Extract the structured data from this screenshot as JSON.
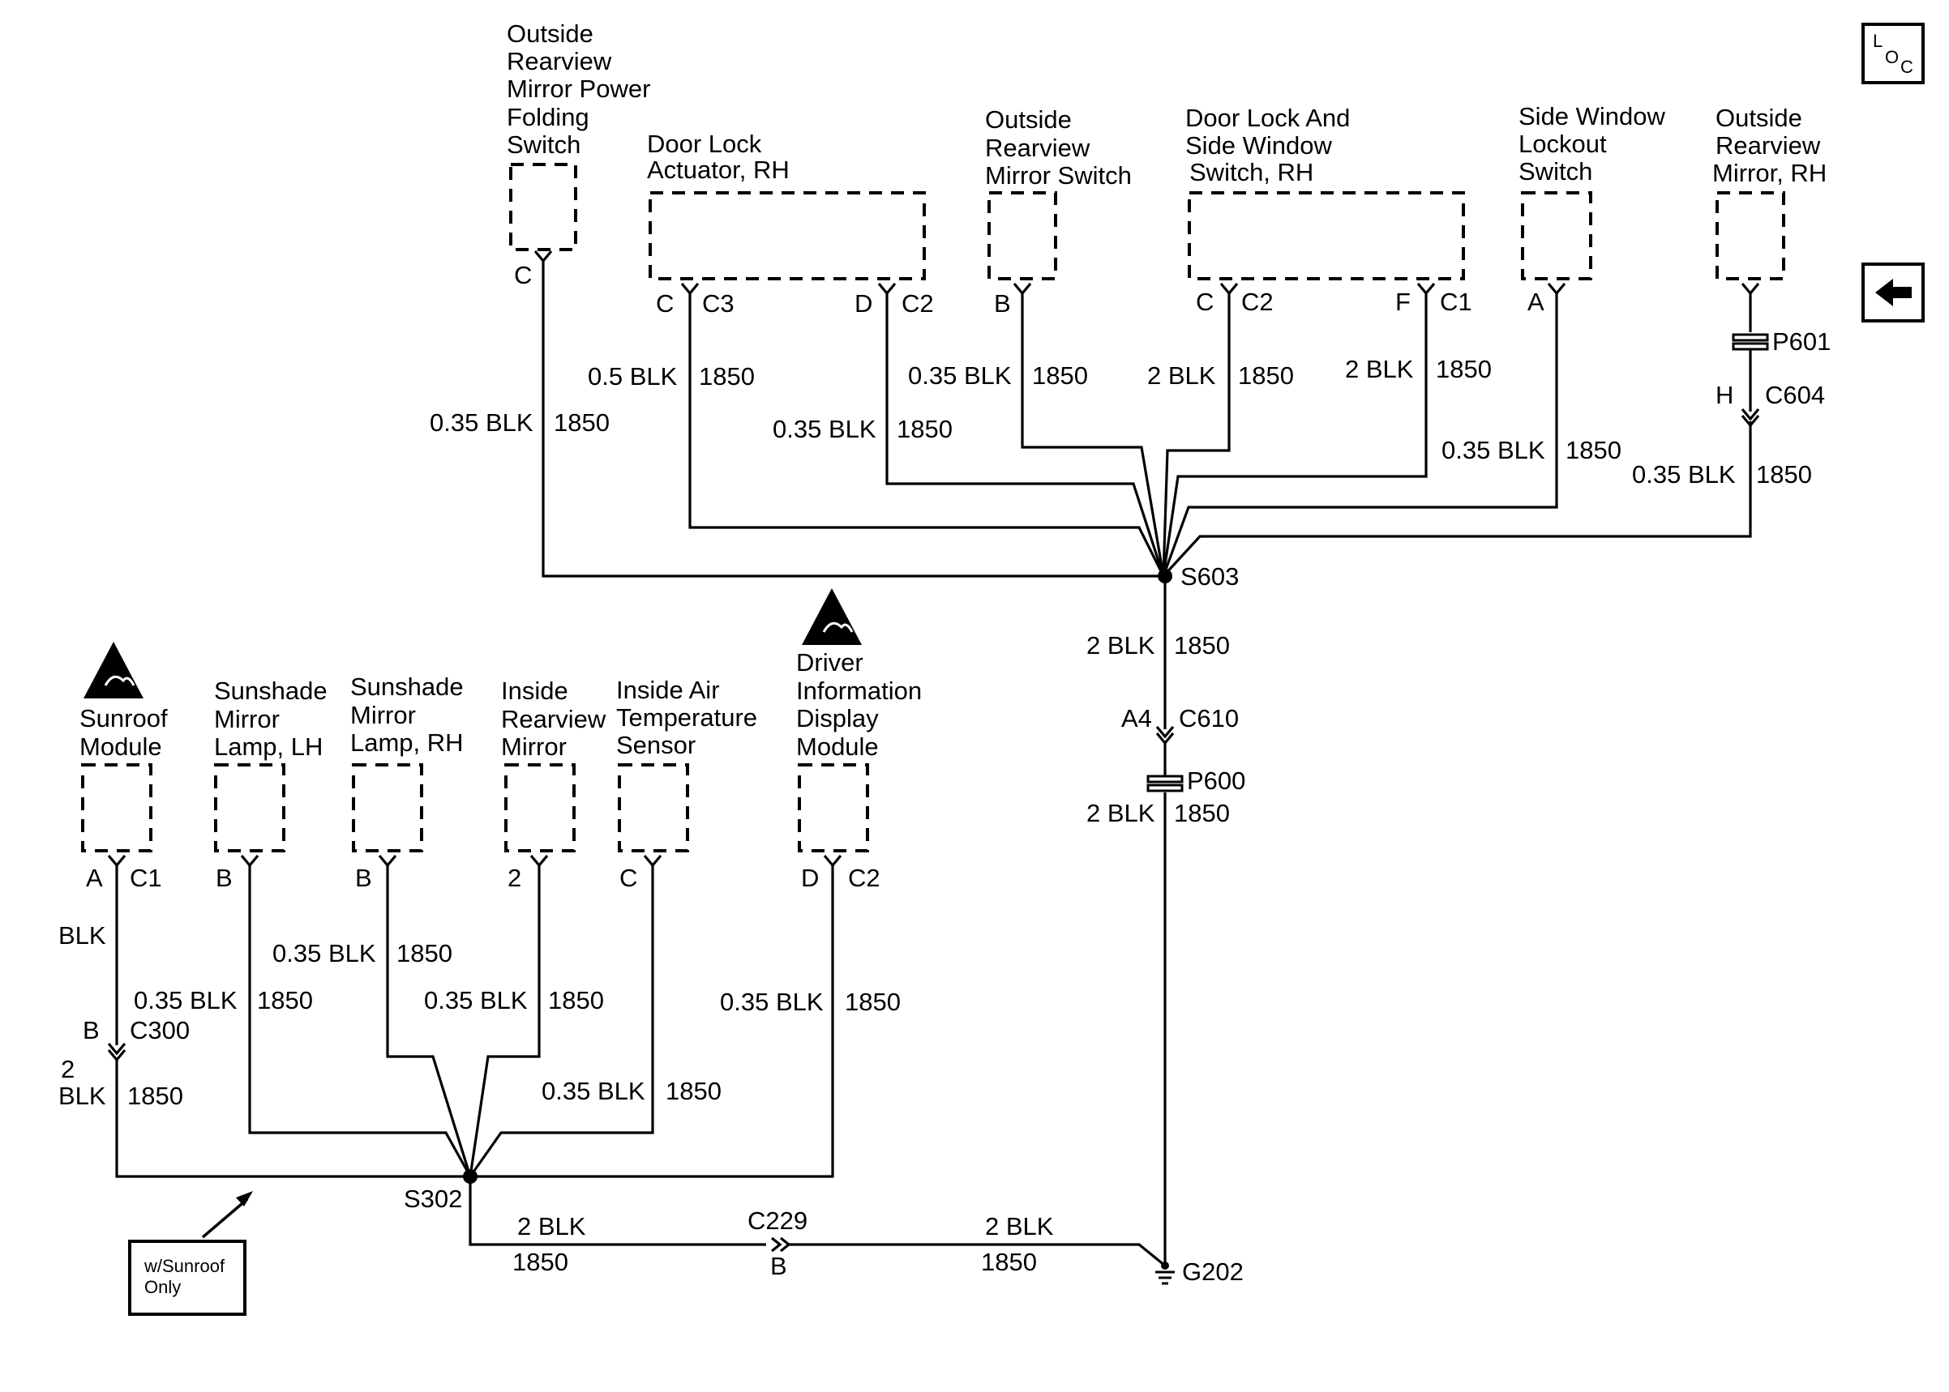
{
  "components": {
    "ormpfs": {
      "lines": [
        "Outside",
        "Rearview",
        "Mirror Power",
        "Folding",
        "Switch"
      ],
      "pin": "C"
    },
    "dla": {
      "lines": [
        "Door Lock",
        "Actuator, RH"
      ],
      "pin1": "C",
      "conn1": "C3",
      "pin2": "D",
      "conn2": "C2"
    },
    "orms": {
      "lines": [
        "Outside",
        "Rearview",
        "Mirror Switch"
      ],
      "pin": "B"
    },
    "dlsws": {
      "lines": [
        "Door Lock And",
        "Side Window",
        "Switch, RH"
      ],
      "pin1": "C",
      "conn1": "C2",
      "pin2": "F",
      "conn2": "C1"
    },
    "swls": {
      "lines": [
        "Side Window",
        "Lockout",
        "Switch"
      ],
      "pin": "A"
    },
    "ormrh": {
      "lines": [
        "Outside",
        "Rearview",
        "Mirror, RH"
      ]
    },
    "sunroof": {
      "lines": [
        "Sunroof",
        "Module"
      ],
      "pin": "A",
      "conn": "C1"
    },
    "smlh": {
      "lines": [
        "Sunshade",
        "Mirror",
        "Lamp, LH"
      ],
      "pin": "B"
    },
    "smrh": {
      "lines": [
        "Sunshade",
        "Mirror",
        "Lamp, RH"
      ],
      "pin": "B"
    },
    "irm": {
      "lines": [
        "Inside",
        "Rearview",
        "Mirror"
      ],
      "pin": "2"
    },
    "iats": {
      "lines": [
        "Inside Air",
        "Temperature",
        "Sensor"
      ],
      "pin": "C"
    },
    "didm": {
      "lines": [
        "Driver",
        "Information",
        "Display",
        "Module"
      ],
      "pin": "D",
      "conn": "C2"
    }
  },
  "wires": {
    "w_ormpfs": {
      "gauge": "0.35 BLK",
      "circuit": "1850"
    },
    "w_dla_c": {
      "gauge": "0.5 BLK",
      "circuit": "1850"
    },
    "w_dla_d": {
      "gauge": "0.35 BLK",
      "circuit": "1850"
    },
    "w_orms": {
      "gauge": "0.35 BLK",
      "circuit": "1850"
    },
    "w_dlsws_c": {
      "gauge": "2 BLK",
      "circuit": "1850"
    },
    "w_dlsws_f": {
      "gauge": "2 BLK",
      "circuit": "1850"
    },
    "w_swls": {
      "gauge": "0.35 BLK",
      "circuit": "1850"
    },
    "w_ormrh": {
      "gauge": "0.35 BLK",
      "circuit": "1850"
    },
    "w_s603_a": {
      "gauge": "2 BLK",
      "circuit": "1850"
    },
    "w_s603_b": {
      "gauge": "2 BLK",
      "circuit": "1850"
    },
    "w_sunroof": {
      "gauge": "BLK"
    },
    "w_sunroof2": {
      "gauge_line1": "2",
      "gauge_line2": "BLK",
      "circuit": "1850"
    },
    "w_smlh": {
      "gauge": "0.35 BLK",
      "circuit": "1850"
    },
    "w_smrh": {
      "gauge": "0.35 BLK",
      "circuit": "1850"
    },
    "w_irm": {
      "gauge": "0.35 BLK",
      "circuit": "1850"
    },
    "w_iats": {
      "gauge": "0.35 BLK",
      "circuit": "1850"
    },
    "w_didm": {
      "gauge": "0.35 BLK",
      "circuit": "1850"
    },
    "w_ground_l": {
      "gauge": "2 BLK",
      "circuit": "1850"
    },
    "w_ground_r": {
      "gauge": "2 BLK",
      "circuit": "1850"
    }
  },
  "connectors": {
    "p601": "P601",
    "c604_pin": "H",
    "c604": "C604",
    "c610_pin": "A4",
    "c610": "C610",
    "p600": "P600",
    "c300_pin": "B",
    "c300": "C300",
    "c229": "C229",
    "c229_pin": "B"
  },
  "splices": {
    "s603": "S603",
    "s302": "S302"
  },
  "ground": {
    "g202": "G202"
  },
  "notes": {
    "sunroof_line1": "w/Sunroof",
    "sunroof_line2": "Only"
  },
  "nav": {
    "loc_l": "L",
    "loc_o": "O",
    "loc_c": "C",
    "back_icon": "left-arrow-icon"
  }
}
